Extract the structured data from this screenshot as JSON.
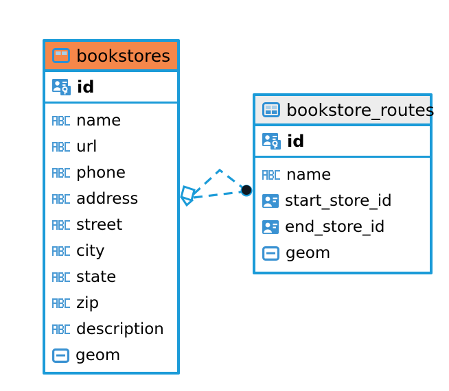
{
  "diagram": {
    "type": "entity-relationship-diagram",
    "background_color": "#ffffff",
    "accent_color": "#1b9bd8",
    "highlight_color": "#f5874a",
    "neutral_header_color": "#ededed"
  },
  "tables": [
    {
      "name": "bookstores",
      "header_style": "accent",
      "primary_key": {
        "label": "id",
        "icon": "primary-key-icon"
      },
      "fields": [
        {
          "label": "name",
          "icon": "abc-text-icon"
        },
        {
          "label": "url",
          "icon": "abc-text-icon"
        },
        {
          "label": "phone",
          "icon": "abc-text-icon"
        },
        {
          "label": "address",
          "icon": "abc-text-icon"
        },
        {
          "label": "street",
          "icon": "abc-text-icon"
        },
        {
          "label": "city",
          "icon": "abc-text-icon"
        },
        {
          "label": "state",
          "icon": "abc-text-icon"
        },
        {
          "label": "zip",
          "icon": "abc-text-icon"
        },
        {
          "label": "description",
          "icon": "abc-text-icon"
        },
        {
          "label": "geom",
          "icon": "geometry-icon"
        }
      ]
    },
    {
      "name": "bookstore_routes",
      "header_style": "neutral",
      "primary_key": {
        "label": "id",
        "icon": "primary-key-icon"
      },
      "fields": [
        {
          "label": "name",
          "icon": "abc-text-icon"
        },
        {
          "label": "start_store_id",
          "icon": "foreign-key-icon"
        },
        {
          "label": "end_store_id",
          "icon": "foreign-key-icon"
        },
        {
          "label": "geom",
          "icon": "geometry-icon"
        }
      ]
    }
  ],
  "relationship": {
    "line_style": "dashed",
    "line_color": "#1b9bd8",
    "source_endpoint": "crows-foot-diamond-marker",
    "target_endpoint": "filled-circle-marker"
  }
}
